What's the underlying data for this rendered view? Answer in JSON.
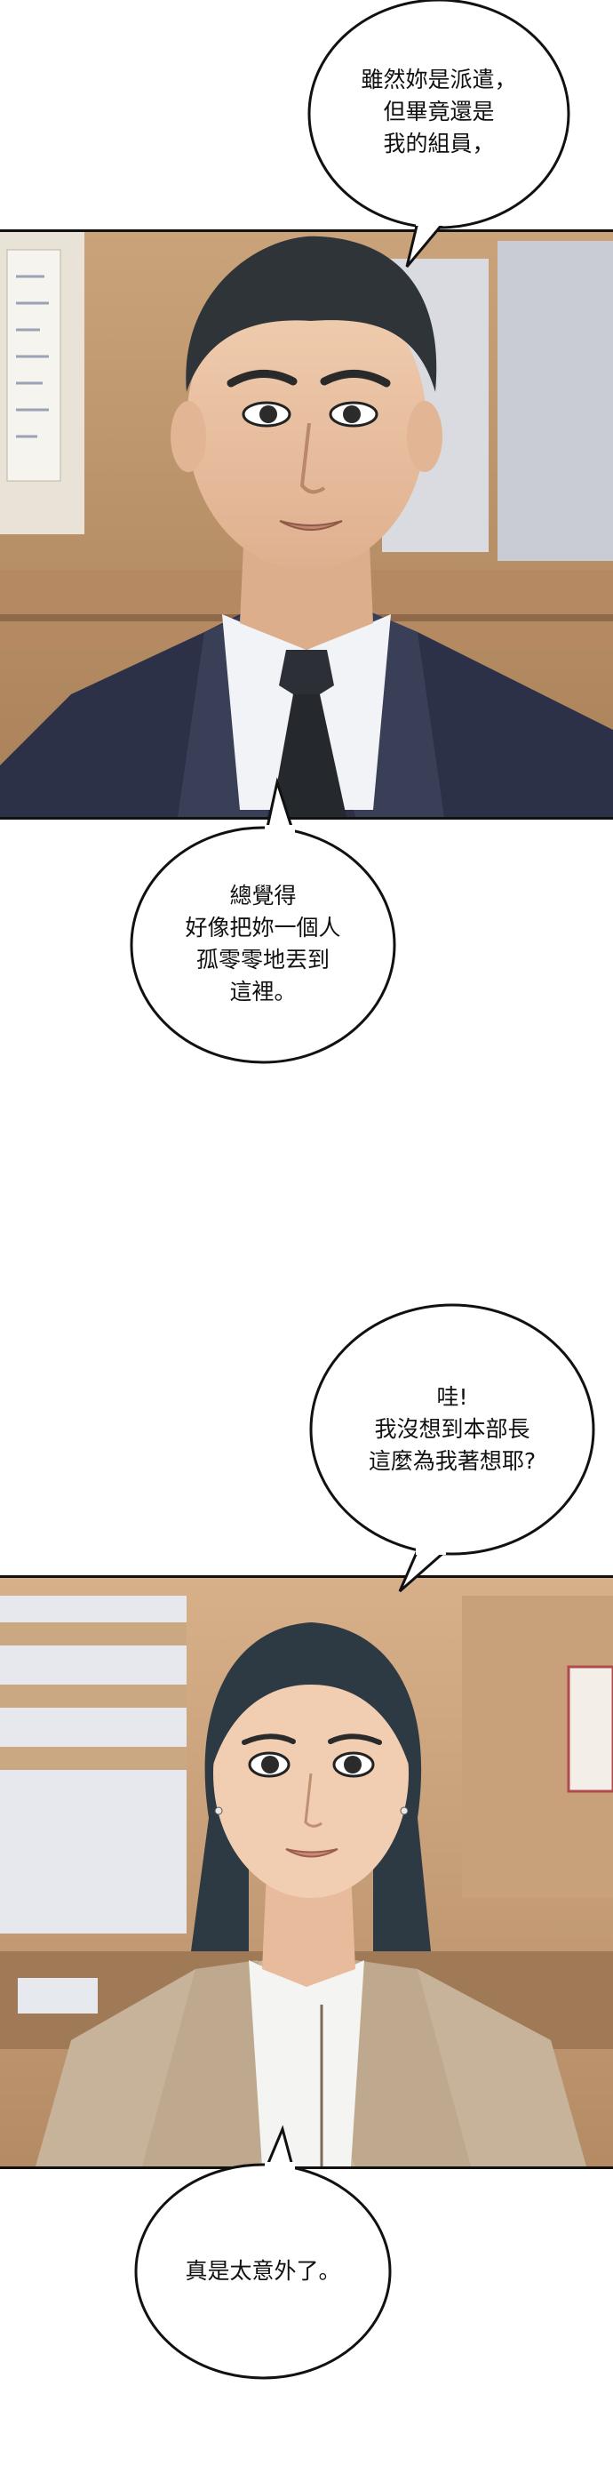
{
  "bubbles": [
    {
      "id": "b1",
      "text": "雖然妳是派遣，\n但畢竟還是\n我的組員，"
    },
    {
      "id": "b2",
      "text": "總覺得\n好像把妳一個人\n孤零零地丟到\n這裡。"
    },
    {
      "id": "b3",
      "text": "哇!\n我沒想到本部長\n這麼為我著想耶?"
    },
    {
      "id": "b4",
      "text": "真是太意外了。"
    }
  ],
  "panels": [
    {
      "id": "panel-man",
      "subject": "man-in-suit"
    },
    {
      "id": "panel-woman",
      "subject": "woman-in-beige-jacket"
    }
  ],
  "colors": {
    "background": "#ffffff",
    "suit": "#2d3147",
    "wall": "#c49a6c",
    "jacket": "#c7b39a",
    "hair": "#2f3438"
  }
}
